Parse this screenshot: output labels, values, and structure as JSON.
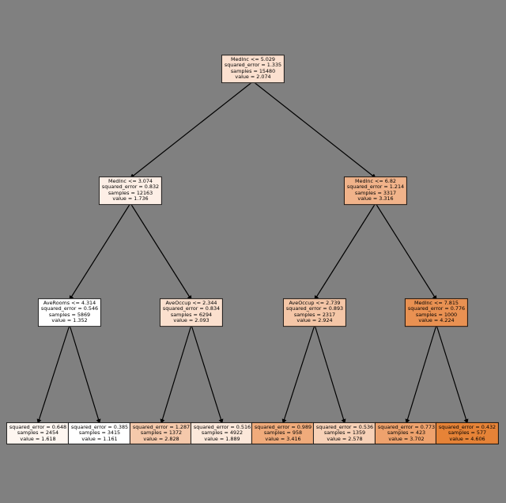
{
  "nodes": [
    {
      "id": "n0",
      "split": "MedInc <= 5.029",
      "squared_error": "squared_error = 1.335",
      "samples": "samples = 15480",
      "value": "value = 2.074",
      "color": "#fbe0cf"
    },
    {
      "id": "n1",
      "split": "MedInc <= 3.074",
      "squared_error": "squared_error = 0.832",
      "samples": "samples = 12163",
      "value": "value = 1.736",
      "color": "#fdefe6"
    },
    {
      "id": "n2",
      "split": "MedInc <= 6.82",
      "squared_error": "squared_error = 1.214",
      "samples": "samples = 3317",
      "value": "value = 3.316",
      "color": "#f1b38a"
    },
    {
      "id": "n3",
      "split": "AveRooms <= 4.314",
      "squared_error": "squared_error = 0.546",
      "samples": "samples = 5869",
      "value": "value = 1.352",
      "color": "#ffffff"
    },
    {
      "id": "n4",
      "split": "AveOccup <= 2.344",
      "squared_error": "squared_error = 0.834",
      "samples": "samples = 6294",
      "value": "value = 2.093",
      "color": "#fbe0ce"
    },
    {
      "id": "n5",
      "split": "AveOccup <= 2.739",
      "squared_error": "squared_error = 0.893",
      "samples": "samples = 2317",
      "value": "value = 2.924",
      "color": "#f4c6a7"
    },
    {
      "id": "n6",
      "split": "MedInc <= 7.815",
      "squared_error": "squared_error = 0.776",
      "samples": "samples = 1000",
      "value": "value = 4.224",
      "color": "#e99152"
    },
    {
      "id": "n7",
      "split": "",
      "squared_error": "squared_error = 0.648",
      "samples": "samples = 2454",
      "value": "value = 1.618",
      "color": "#fef6f0"
    },
    {
      "id": "n8",
      "split": "",
      "squared_error": "squared_error = 0.385",
      "samples": "samples = 3415",
      "value": "value = 1.161",
      "color": "#ffffff"
    },
    {
      "id": "n9",
      "split": "",
      "squared_error": "squared_error = 1.287",
      "samples": "samples = 1372",
      "value": "value = 2.828",
      "color": "#f5c9ab"
    },
    {
      "id": "n10",
      "split": "",
      "squared_error": "squared_error = 0.516",
      "samples": "samples = 4922",
      "value": "value = 1.889",
      "color": "#fce8da"
    },
    {
      "id": "n11",
      "split": "",
      "squared_error": "squared_error = 0.989",
      "samples": "samples = 958",
      "value": "value = 3.416",
      "color": "#f0ab7b"
    },
    {
      "id": "n12",
      "split": "",
      "squared_error": "squared_error = 0.536",
      "samples": "samples = 1359",
      "value": "value = 2.578",
      "color": "#f7d1b7"
    },
    {
      "id": "n13",
      "split": "",
      "squared_error": "squared_error = 0.773",
      "samples": "samples = 423",
      "value": "value = 3.702",
      "color": "#eea26d"
    },
    {
      "id": "n14",
      "split": "",
      "squared_error": "squared_error = 0.432",
      "samples": "samples = 577",
      "value": "value = 4.606",
      "color": "#e68337"
    }
  ],
  "edges": [
    [
      "n0",
      "n1"
    ],
    [
      "n0",
      "n2"
    ],
    [
      "n1",
      "n3"
    ],
    [
      "n1",
      "n4"
    ],
    [
      "n2",
      "n5"
    ],
    [
      "n2",
      "n6"
    ],
    [
      "n3",
      "n7"
    ],
    [
      "n3",
      "n8"
    ],
    [
      "n4",
      "n9"
    ],
    [
      "n4",
      "n10"
    ],
    [
      "n5",
      "n11"
    ],
    [
      "n5",
      "n12"
    ],
    [
      "n6",
      "n13"
    ],
    [
      "n6",
      "n14"
    ]
  ]
}
